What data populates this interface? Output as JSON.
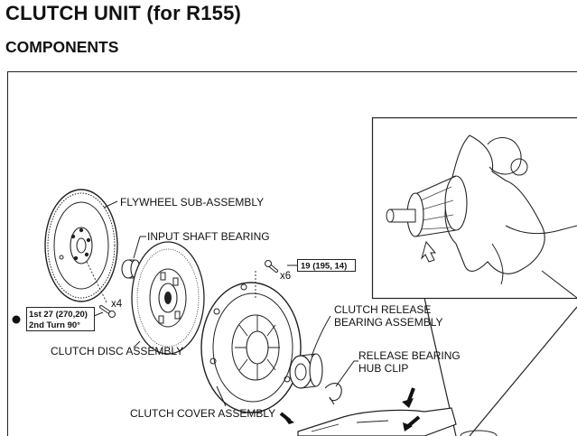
{
  "header": {
    "title": "CLUTCH UNIT (for R155)",
    "subtitle": "COMPONENTS"
  },
  "diagram": {
    "labels": {
      "flywheel": "FLYWHEEL SUB-ASSEMBLY",
      "input_shaft_bearing": "INPUT SHAFT BEARING",
      "clutch_disc": "CLUTCH DISC ASSEMBLY",
      "clutch_cover": "CLUTCH COVER ASSEMBLY",
      "release_bearing_line1": "CLUTCH RELEASE",
      "release_bearing_line2": "BEARING ASSEMBLY",
      "hub_clip_line1": "RELEASE BEARING",
      "hub_clip_line2": "HUB CLIP"
    },
    "torque": {
      "cover_bolts": "19 (195, 14)",
      "cover_bolts_qty": "x6",
      "flywheel_bolts_qty": "x4",
      "flywheel_line1": "1st 27 (270,20)",
      "flywheel_line2": "2nd Turn 90°"
    }
  }
}
